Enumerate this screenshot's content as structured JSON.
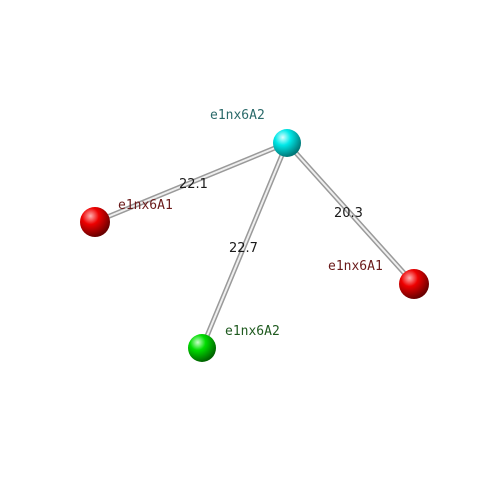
{
  "nodes": [
    {
      "id": "center",
      "label": "e1nx6A2",
      "color": "#00e5e5",
      "label_color": "#2a6a6a"
    },
    {
      "id": "left",
      "label": "e1nx6A1",
      "color": "#ee0000",
      "label_color": "#6a1a1a"
    },
    {
      "id": "right",
      "label": "e1nx6A1",
      "color": "#ee0000",
      "label_color": "#6a1a1a"
    },
    {
      "id": "bottom",
      "label": "e1nx6A2",
      "color": "#00dd00",
      "label_color": "#1f5a1f"
    }
  ],
  "edges": [
    {
      "from": "center",
      "to": "left",
      "distance": "22.1"
    },
    {
      "from": "center",
      "to": "right",
      "distance": "20.3"
    },
    {
      "from": "center",
      "to": "bottom",
      "distance": "22.7"
    }
  ]
}
